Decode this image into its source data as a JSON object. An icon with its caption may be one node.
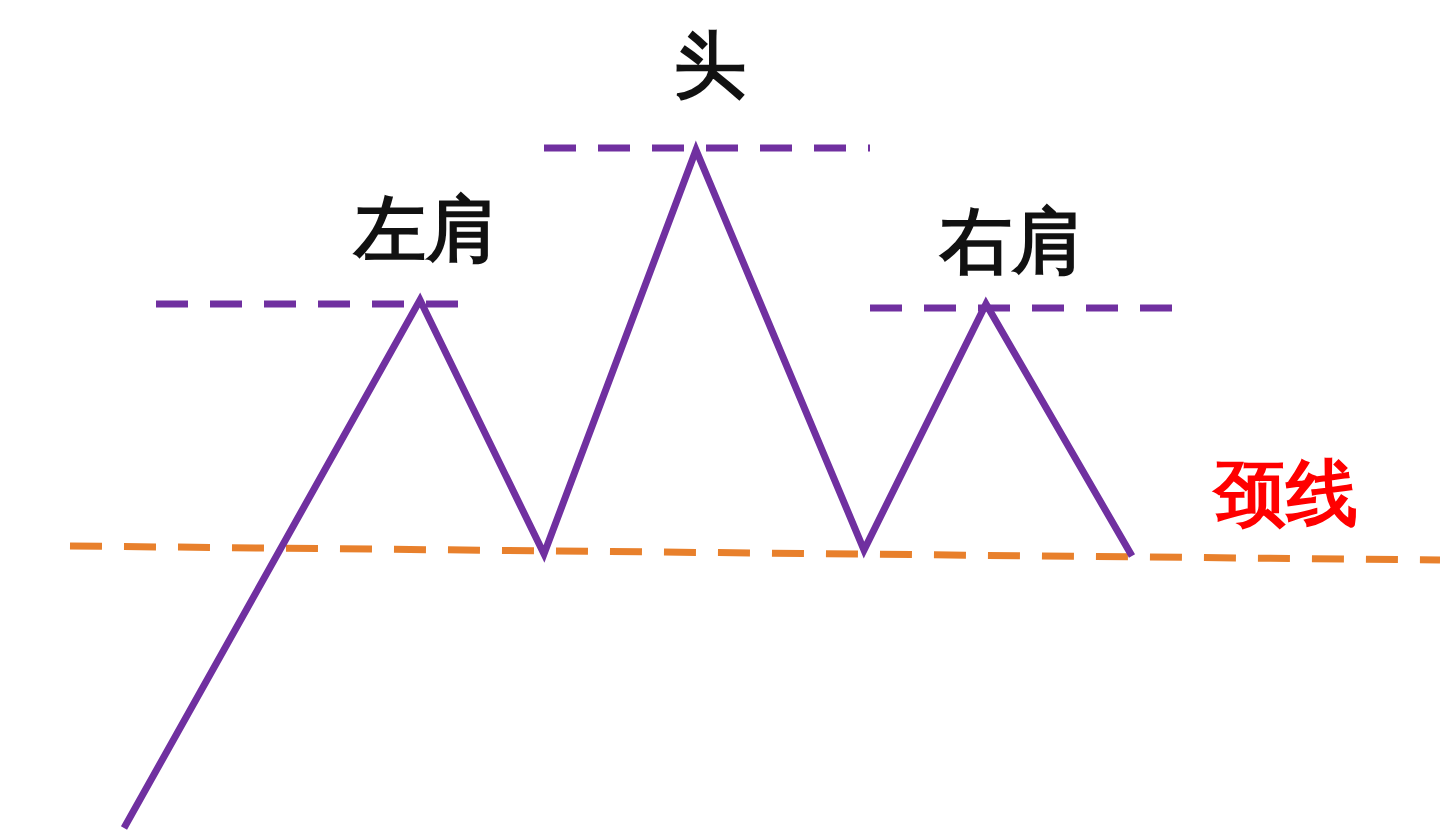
{
  "diagram": {
    "labels": [
      "头",
      "左肩",
      "右肩",
      "颈线"
    ]
  }
}
